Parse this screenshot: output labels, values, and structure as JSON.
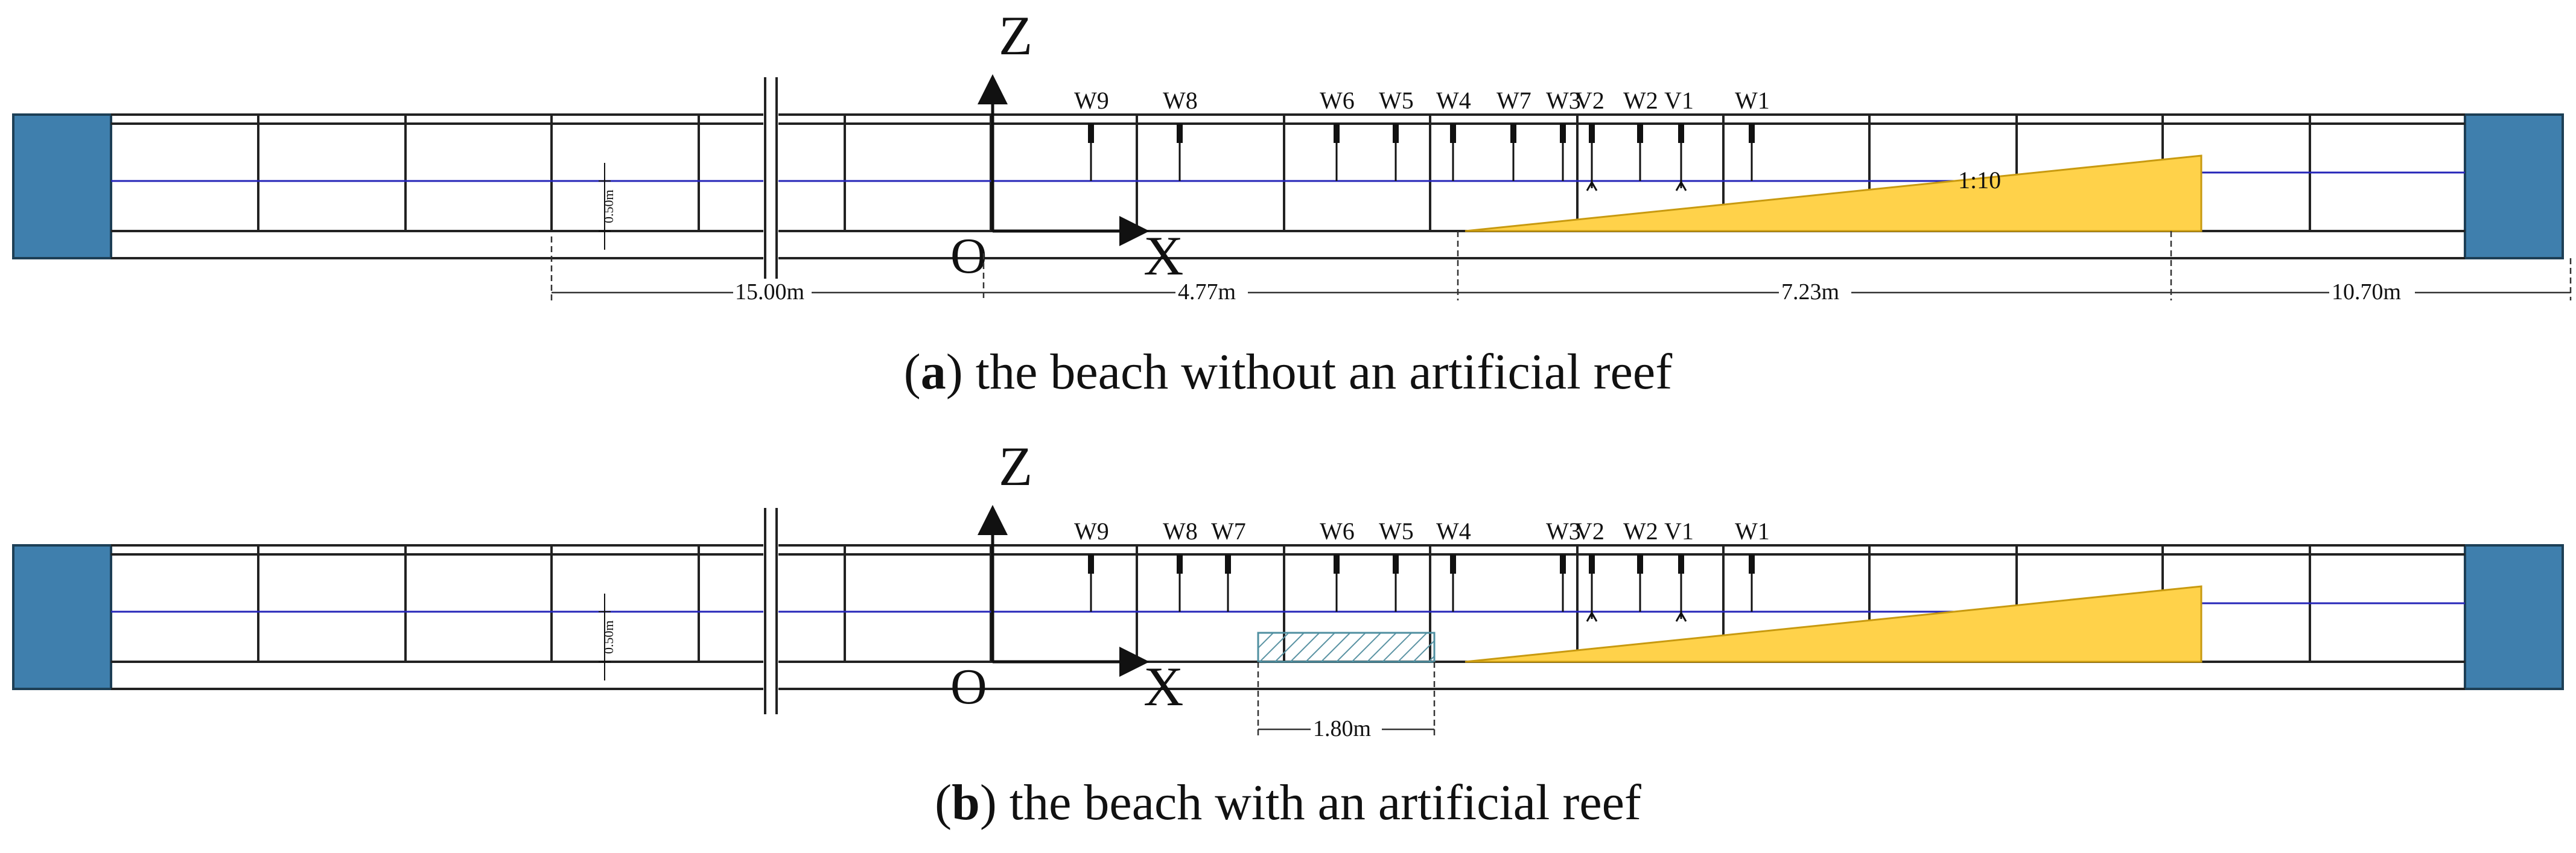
{
  "axes": {
    "z": "Z",
    "x": "X",
    "origin": "O"
  },
  "colors": {
    "tank": "#3f7fad",
    "beach": "#ffd24a",
    "water": "#2525b8",
    "reef": "#4f8fa0"
  },
  "panel_a": {
    "gauges": [
      "W9",
      "W8",
      "W6",
      "W5",
      "W4",
      "W7",
      "W3",
      "V2",
      "W2",
      "V1",
      "W1"
    ],
    "depth_label": "0.50m",
    "slope_label": "1:10",
    "dims": [
      "15.00m",
      "4.77m",
      "7.23m",
      "10.70m"
    ],
    "caption_letter": "a",
    "caption_text": " the beach without an artificial reef"
  },
  "panel_b": {
    "gauges": [
      "W9",
      "W8",
      "W7",
      "W6",
      "W5",
      "W4",
      "W3",
      "V2",
      "W2",
      "V1",
      "W1"
    ],
    "depth_label": "0.50m",
    "reef_dim": "1.80m",
    "caption_letter": "b",
    "caption_text": " the beach with an artificial reef"
  }
}
